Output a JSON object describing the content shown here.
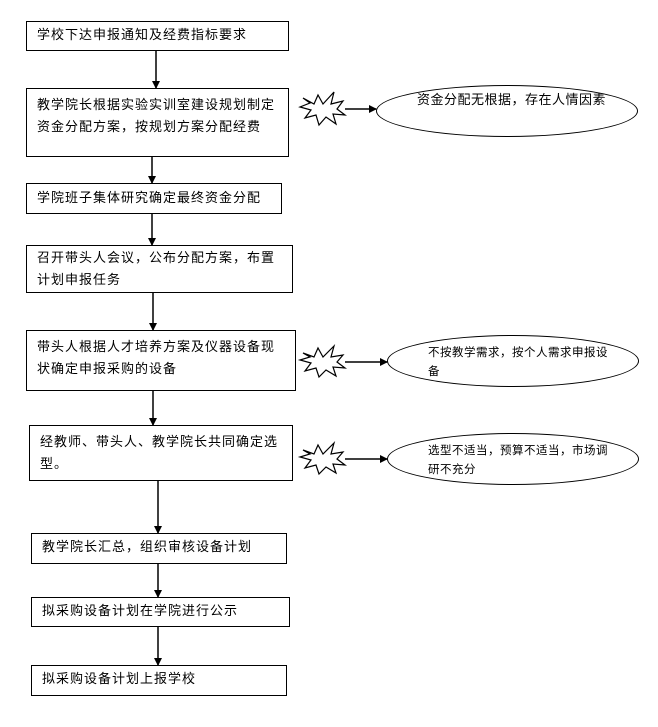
{
  "steps": [
    "学校下达申报通知及经费指标要求",
    "教学院长根据实验实训室建设规划制定资金分配方案，按规划方案分配经费",
    "学院班子集体研究确定最终资金分配",
    "召开带头人会议，公布分配方案，布置计划申报任务",
    "带头人根据人才培养方案及仪器设备现状确定申报采购的设备",
    "经教师、带头人、教学院长共同确定选型。",
    "教学院长汇总，组织审核设备计划",
    "拟采购设备计划在学院进行公示",
    "拟采购设备计划上报学校"
  ],
  "risks": [
    "资金分配无根据，存在人情因素",
    "不按教学需求，按个人需求申报设备",
    "选型不适当，预算不适当，市场调研不充分"
  ]
}
